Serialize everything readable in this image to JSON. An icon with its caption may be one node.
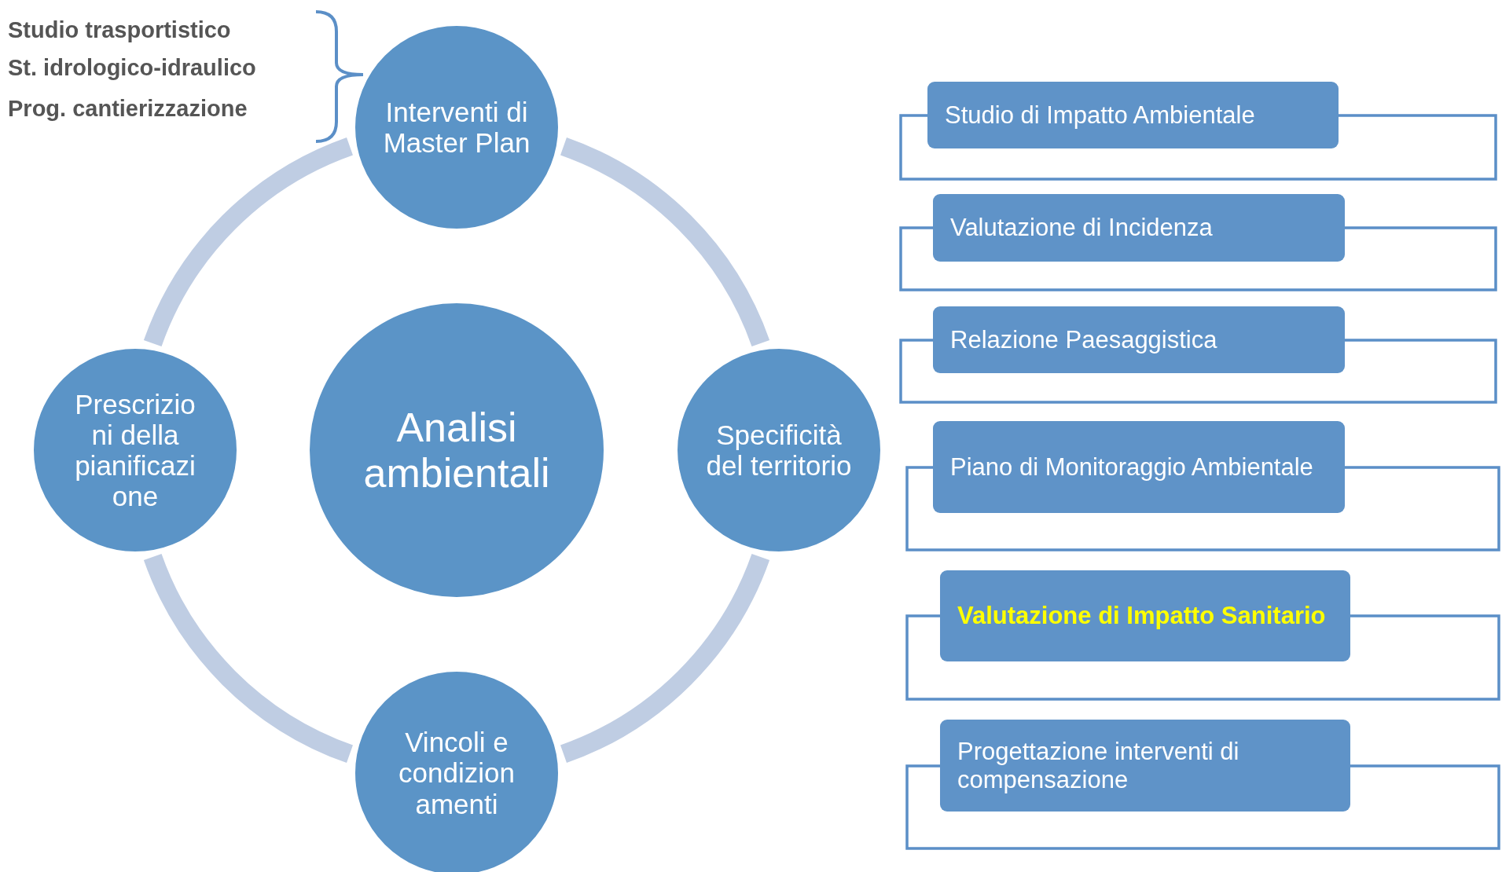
{
  "diagram": {
    "nodes": [
      {
        "text": [
          "Interventi di Master Plan"
        ]
      },
      {
        "text": [
          "Prescrizio ni della pianificazi one"
        ]
      },
      {
        "text": [
          "Analisi ambientali"
        ]
      },
      {
        "text": [
          "Specificità del territorio"
        ]
      },
      {
        "text": [
          "Vincoli e condizion amenti"
        ]
      },
      {
        "text": [
          "Studio di Impatto Ambientale"
        ]
      },
      {
        "text": [
          "Valutazione di Incidenza"
        ]
      },
      {
        "text": [
          "Relazione Paesaggistica"
        ]
      },
      {
        "text": [
          "Piano di Monitoraggio Ambientale"
        ]
      },
      {
        "text": [
          "Valutazione di Impatto Sanitario"
        ]
      },
      {
        "text": [
          "Progettazione interventi di compensazione"
        ]
      }
    ],
    "edges": [
      {
        "from": 0,
        "to": 3,
        "arrow": "none"
      },
      {
        "from": 3,
        "to": 4,
        "arrow": "none"
      },
      {
        "from": 4,
        "to": 1,
        "arrow": "none"
      },
      {
        "from": 1,
        "to": 0,
        "arrow": "none"
      }
    ],
    "labels": [
      "Studio trasportistico",
      "St. idrologico-idraulico",
      "Prog. cantierizzazione"
    ]
  }
}
